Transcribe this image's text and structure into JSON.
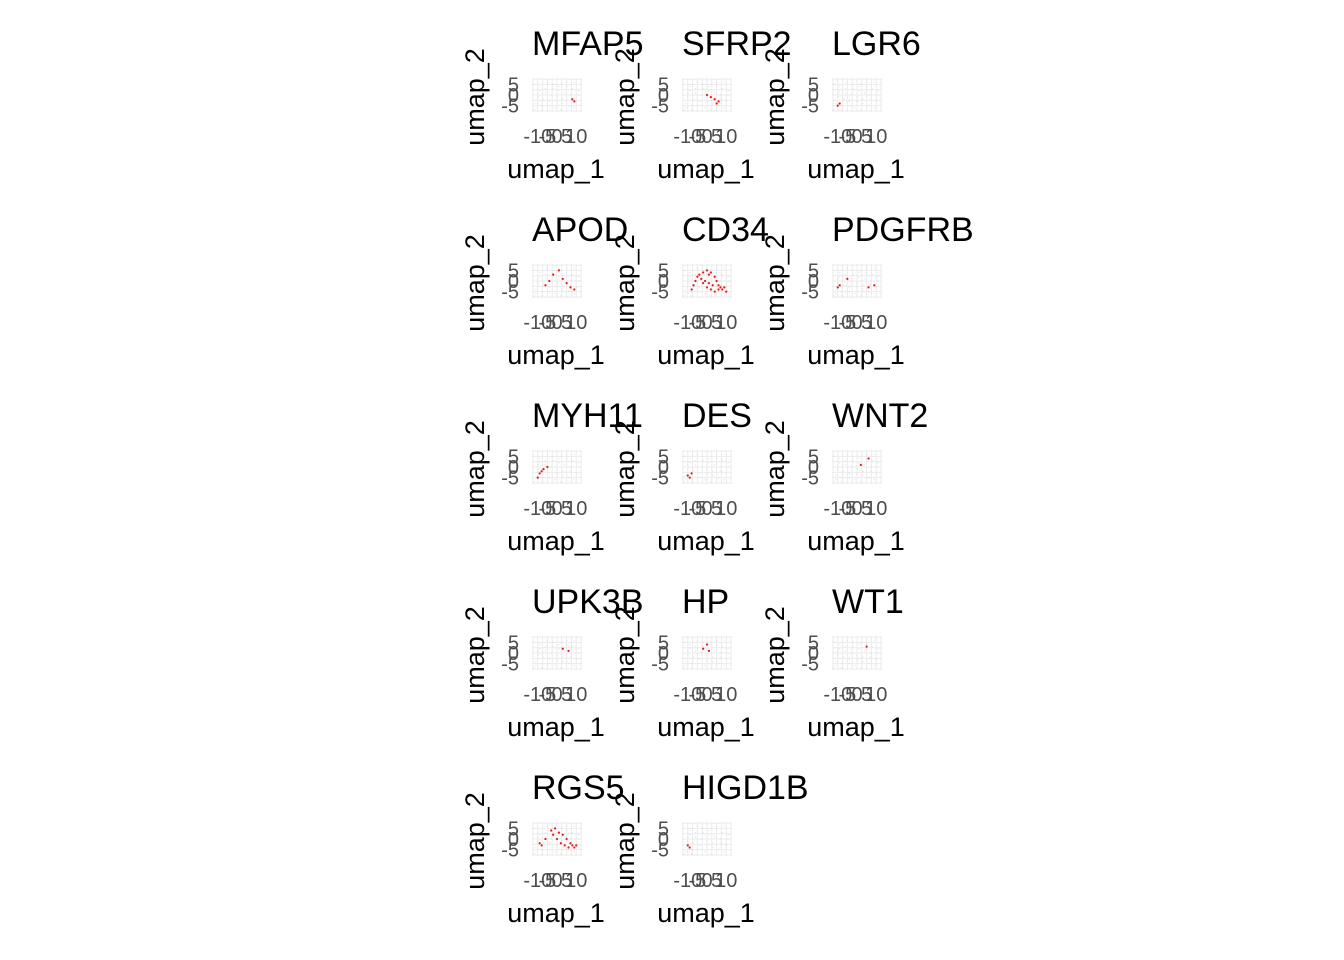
{
  "chart_data": {
    "type": "scatter",
    "layout": "facet-grid",
    "xlabel": "umap_1",
    "ylabel": "umap_2",
    "x_ticks": [
      -10,
      -5,
      0,
      5,
      10
    ],
    "x_tick_labels": [
      "-10",
      "-5",
      "0",
      "5",
      "10"
    ],
    "y_ticks": [
      -5,
      0,
      5
    ],
    "y_tick_labels": [
      "-5",
      "0",
      "5"
    ],
    "xlim": [
      -13,
      13
    ],
    "ylim": [
      -8,
      8
    ],
    "grid": true,
    "colors": {
      "low": "#d9d9d9",
      "high": "#e41a1c",
      "grid": "#ebebeb"
    },
    "panels": [
      {
        "title": "MFAP5",
        "points": [
          [
            8,
            -2
          ],
          [
            9,
            -3
          ]
        ]
      },
      {
        "title": "SFRP2",
        "points": [
          [
            2,
            -1
          ],
          [
            4,
            -2
          ],
          [
            6,
            -3
          ],
          [
            0,
            0
          ],
          [
            5,
            -4
          ]
        ]
      },
      {
        "title": "LGR6",
        "points": [
          [
            -10,
            -5
          ],
          [
            -9,
            -4
          ]
        ]
      },
      {
        "title": "APOD",
        "points": [
          [
            -2,
            3
          ],
          [
            3,
            1
          ],
          [
            -6,
            -2
          ],
          [
            7,
            -3
          ],
          [
            1,
            5
          ],
          [
            -4,
            0
          ],
          [
            5,
            -1
          ],
          [
            9,
            -4
          ]
        ]
      },
      {
        "title": "CD34",
        "points": [
          [
            -4,
            3
          ],
          [
            -2,
            4
          ],
          [
            0,
            5
          ],
          [
            2,
            4
          ],
          [
            4,
            2
          ],
          [
            5,
            0
          ],
          [
            6,
            -2
          ],
          [
            7,
            -3
          ],
          [
            8,
            -4
          ],
          [
            9,
            -3
          ],
          [
            3,
            -2
          ],
          [
            1,
            -1
          ],
          [
            -1,
            0
          ],
          [
            -3,
            1
          ],
          [
            -5,
            2
          ],
          [
            -6,
            0
          ],
          [
            -7,
            -2
          ],
          [
            -8,
            -4
          ],
          [
            10,
            -5
          ],
          [
            0,
            -3
          ],
          [
            2,
            -4
          ],
          [
            4,
            -5
          ],
          [
            6,
            -4
          ],
          [
            -2,
            -1
          ],
          [
            1,
            3
          ]
        ]
      },
      {
        "title": "PDGFRB",
        "points": [
          [
            -9,
            -2
          ],
          [
            -10,
            -3
          ],
          [
            -5,
            1
          ],
          [
            6,
            -3
          ],
          [
            9,
            -2
          ]
        ]
      },
      {
        "title": "MYH11",
        "points": [
          [
            -10,
            -5
          ],
          [
            -9,
            -3
          ],
          [
            -8,
            -2
          ],
          [
            -7,
            -1
          ],
          [
            -5,
            0
          ]
        ]
      },
      {
        "title": "DES",
        "points": [
          [
            -10,
            -4
          ],
          [
            -9,
            -5
          ],
          [
            -8,
            -3
          ]
        ]
      },
      {
        "title": "WNT2",
        "points": [
          [
            2,
            1
          ],
          [
            6,
            4
          ]
        ]
      },
      {
        "title": "UPK3B",
        "points": [
          [
            3,
            2
          ],
          [
            6,
            1
          ]
        ]
      },
      {
        "title": "HP",
        "points": [
          [
            -2,
            2
          ],
          [
            0,
            4
          ],
          [
            1,
            1
          ]
        ]
      },
      {
        "title": "WT1",
        "points": [
          [
            5,
            3
          ]
        ]
      },
      {
        "title": "RGS5",
        "points": [
          [
            -3,
            4
          ],
          [
            -1,
            5
          ],
          [
            1,
            3
          ],
          [
            3,
            2
          ],
          [
            5,
            0
          ],
          [
            7,
            -2
          ],
          [
            8,
            -3
          ],
          [
            9,
            -4
          ],
          [
            10,
            -3
          ],
          [
            -9,
            -2
          ],
          [
            -8,
            -3
          ],
          [
            -6,
            0
          ],
          [
            2,
            -2
          ],
          [
            4,
            -3
          ],
          [
            6,
            -4
          ],
          [
            -2,
            2
          ],
          [
            0,
            0
          ]
        ]
      },
      {
        "title": "HIGD1B",
        "points": [
          [
            -10,
            -3
          ],
          [
            -9,
            -4
          ]
        ]
      }
    ]
  }
}
